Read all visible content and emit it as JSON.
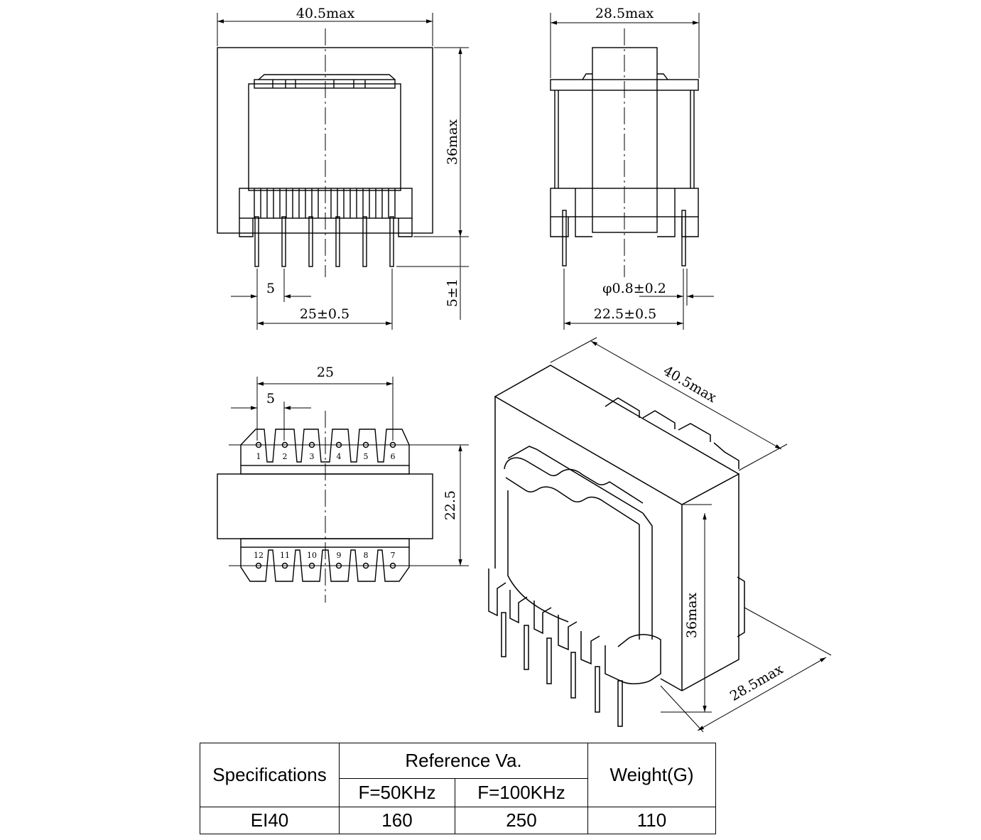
{
  "front_view": {
    "width_label": "40.5max",
    "height_label": "36max",
    "pitch_label": "5",
    "span_label": "25±0.5",
    "pin_length_label": "5±1"
  },
  "side_view": {
    "width_label": "28.5max",
    "pin_dia_label": "φ0.8±0.2",
    "row_label": "22.5±0.5"
  },
  "bottom_view": {
    "span_label": "25",
    "pitch_label": "5",
    "row_label": "22.5",
    "top_pins": [
      "1",
      "2",
      "3",
      "4",
      "5",
      "6"
    ],
    "bottom_pins": [
      "12",
      "11",
      "10",
      "9",
      "8",
      "7"
    ]
  },
  "iso_view": {
    "length_label": "40.5max",
    "height_label": "36max",
    "depth_label": "28.5max"
  },
  "table": {
    "col_spec": "Specifications",
    "col_ref": "Reference Va.",
    "col_f50": "F=50KHz",
    "col_f100": "F=100KHz",
    "col_weight": "Weight(G)",
    "rows": [
      {
        "spec": "EI40",
        "f50": "160",
        "f100": "250",
        "weight": "110"
      }
    ]
  }
}
